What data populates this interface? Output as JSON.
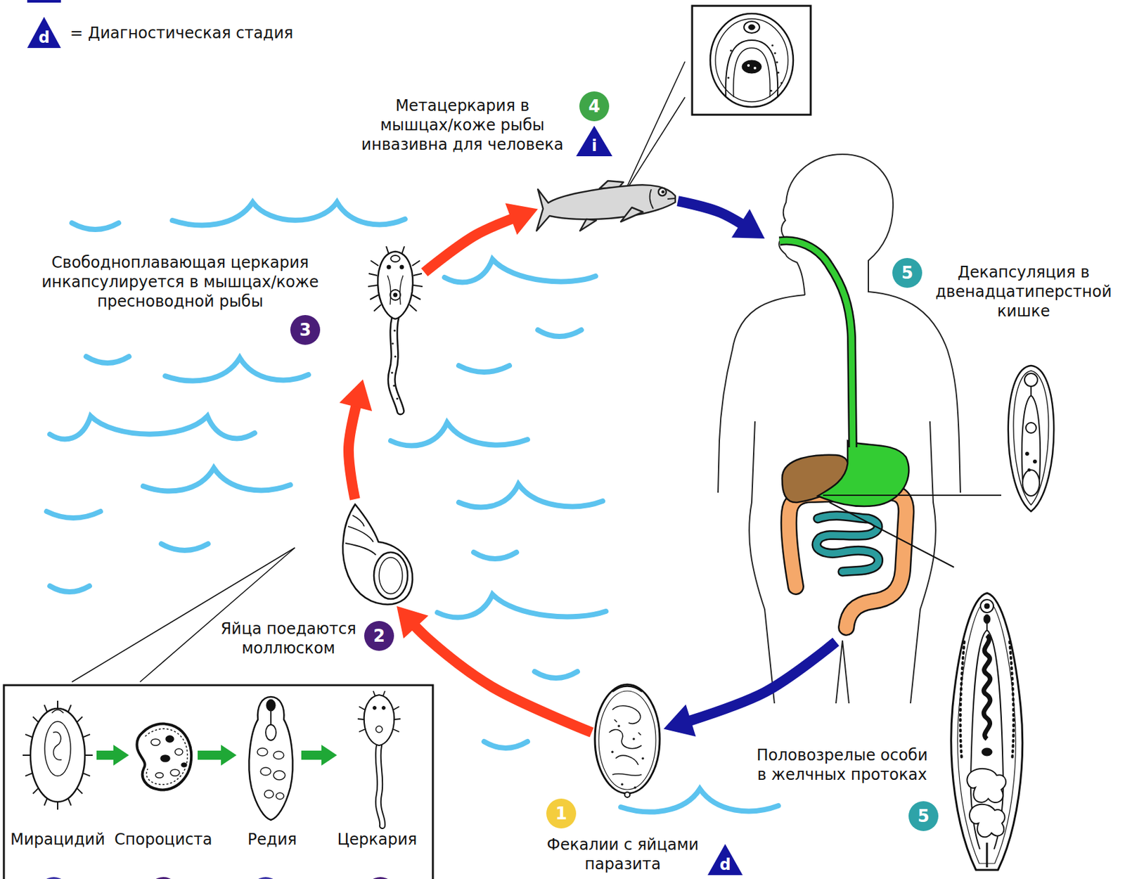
{
  "diagram": {
    "nodes": [
      {
        "text": [
          "Метацеркария в мышцах/коже рыбы инвазивна для человека"
        ]
      },
      {
        "text": [
          "Декапсуляция в двенадцатиперстной кишке",
          "Половозрелые особи в желчных протоках"
        ]
      },
      {
        "text": [
          "Свободноплавающая церкария инкапсулируется в мышцах/коже пресноводной рыбы"
        ]
      },
      {
        "text": [
          "Яйца поедаются моллюском"
        ]
      },
      {
        "text": [
          "Фекалии с яйцами паразита"
        ]
      },
      {
        "text": [
          "Мирацидий"
        ]
      },
      {
        "text": [
          "Спороциста"
        ]
      },
      {
        "text": [
          "Редия"
        ]
      },
      {
        "text": [
          "Церкария"
        ]
      }
    ],
    "edges": [
      {
        "from": 4,
        "to": 3,
        "arrow": "to"
      },
      {
        "from": 3,
        "to": 2,
        "arrow": "to"
      },
      {
        "from": 2,
        "to": 0,
        "arrow": "to"
      },
      {
        "from": 0,
        "to": 1,
        "arrow": "to"
      },
      {
        "from": 1,
        "to": 4,
        "arrow": "to"
      },
      {
        "from": 5,
        "to": 6,
        "arrow": "to"
      },
      {
        "from": 6,
        "to": 7,
        "arrow": "to"
      },
      {
        "from": 7,
        "to": 8,
        "arrow": "to"
      }
    ],
    "labels": [
      "d",
      "4",
      "i",
      "5",
      "3",
      "2",
      "5",
      "1",
      "d"
    ],
    "legend": [
      {
        "text": "= Диагностическая стадия"
      }
    ]
  }
}
